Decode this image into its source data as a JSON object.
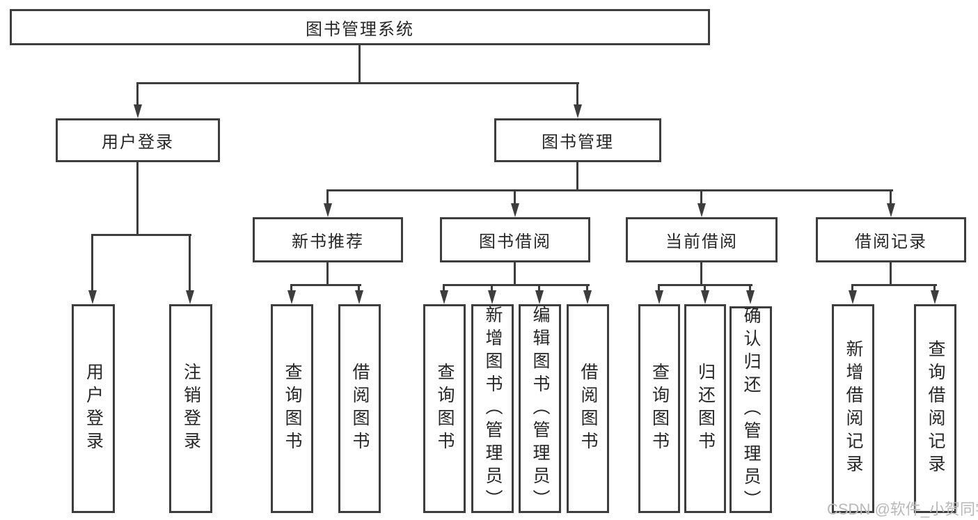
{
  "tree": {
    "root": {
      "label": "图书管理系统",
      "children": [
        {
          "label": "用户登录",
          "children": [
            {
              "label": "用户登录"
            },
            {
              "label": "注销登录"
            }
          ]
        },
        {
          "label": "图书管理",
          "children": [
            {
              "label": "新书推荐",
              "children": [
                {
                  "label": "查询图书"
                },
                {
                  "label": "借阅图书"
                }
              ]
            },
            {
              "label": "图书借阅",
              "children": [
                {
                  "label": "查询图书"
                },
                {
                  "label": "新增图书（管理员）"
                },
                {
                  "label": "编辑图书（管理员）"
                },
                {
                  "label": "借阅图书"
                }
              ]
            },
            {
              "label": "当前借阅",
              "children": [
                {
                  "label": "查询图书"
                },
                {
                  "label": "归还图书"
                },
                {
                  "label": "确认归还（管理员）"
                }
              ]
            },
            {
              "label": "借阅记录",
              "children": [
                {
                  "label": "新增借阅记录"
                },
                {
                  "label": "查询借阅记录"
                }
              ]
            }
          ]
        }
      ]
    }
  },
  "watermark": {
    "text": "CSDN @软件_小贺同学"
  },
  "colors": {
    "line": "#3d3d3d",
    "text": "#262626",
    "watermark": "#b9b9b9",
    "background": "#ffffff"
  }
}
